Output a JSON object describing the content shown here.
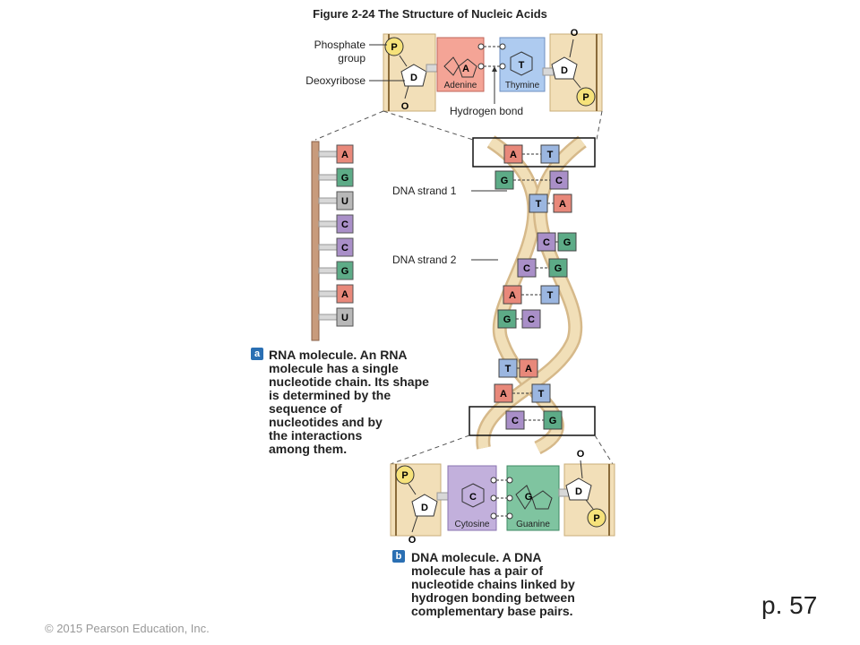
{
  "title": "Figure 2-24  The Structure of Nucleic Acids",
  "top_diagram": {
    "phosphate_label": "Phosphate group",
    "phosphate_line1": "Phosphate",
    "phosphate_line2": "group",
    "deoxyribose_label": "Deoxyribose",
    "hydrogen_bond_label": "Hydrogen  bond",
    "adenine_label": "Adenine",
    "thymine_label": "Thymine",
    "phosphate_symbol": "P",
    "deoxyribose_symbol": "D",
    "adenine_symbol": "A",
    "thymine_symbol": "T",
    "oxygen_symbol": "O"
  },
  "rna": {
    "bases": [
      "A",
      "G",
      "U",
      "C",
      "C",
      "G",
      "A",
      "U"
    ],
    "tag": "a",
    "caption_lines": [
      "RNA molecule. An RNA",
      "molecule has a single",
      "nucleotide chain. Its shape",
      "is determined by the",
      "sequence of",
      "nucleotides and by",
      "the interactions",
      "among them."
    ]
  },
  "dna": {
    "strand1_label": "DNA  strand 1",
    "strand2_label": "DNA  strand 2",
    "pairs": [
      {
        "left": "A",
        "right": "T"
      },
      {
        "left": "G",
        "right": "C"
      },
      {
        "left": "T",
        "right": "A"
      },
      {
        "left": "C",
        "right": "G"
      },
      {
        "left": "C",
        "right": "G"
      },
      {
        "left": "A",
        "right": "T"
      },
      {
        "left": "G",
        "right": "C"
      },
      {
        "left": "T",
        "right": "A"
      },
      {
        "left": "A",
        "right": "T"
      },
      {
        "left": "C",
        "right": "G"
      }
    ],
    "tag": "b",
    "caption_lines": [
      "DNA molecule. A DNA",
      "molecule has a pair of",
      "nucleotide chains linked by",
      "hydrogen bonding between",
      "complementary base pairs."
    ]
  },
  "bottom_diagram": {
    "cytosine_label": "Cytosine",
    "guanine_label": "Guanine",
    "cytosine_symbol": "C",
    "guanine_symbol": "G",
    "phosphate_symbol": "P",
    "deoxyribose_symbol": "D",
    "oxygen_symbol": "O"
  },
  "colors": {
    "A": "#e8887a",
    "T": "#9bb6e0",
    "G": "#5dab87",
    "C": "#a98fc8",
    "U": "#b8b8b8",
    "backbone": "#e8cfa0",
    "tag": "#2a6fb3"
  },
  "page": "p. 57",
  "copyright": "© 2015 Pearson Education, Inc."
}
